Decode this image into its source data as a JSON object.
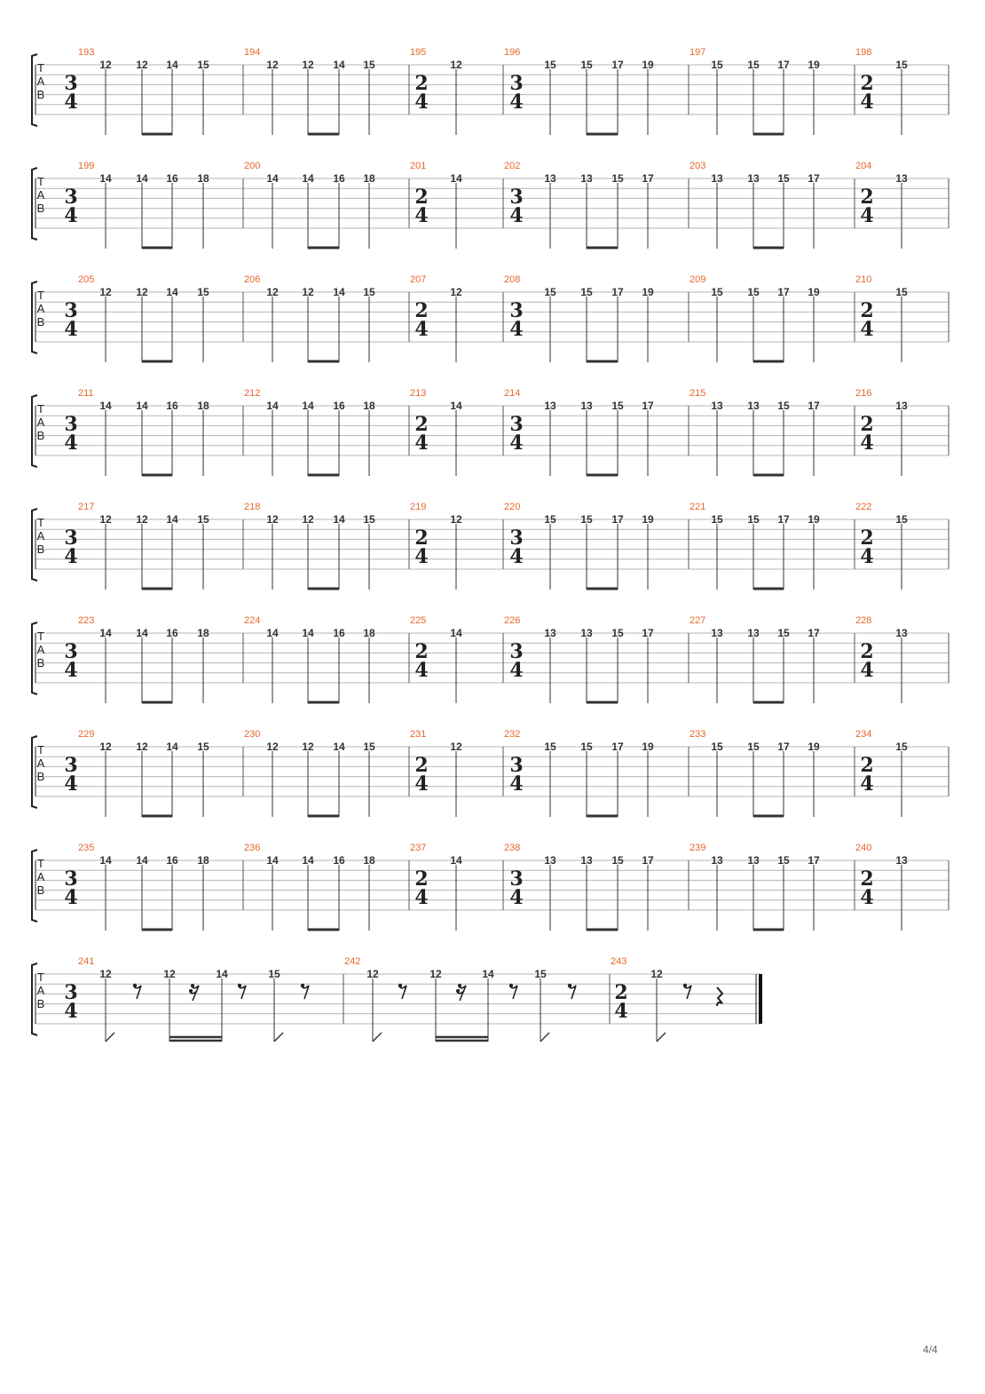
{
  "tab_clef": [
    "T",
    "A",
    "B"
  ],
  "colors": {
    "measure_number": "#e8662b",
    "staff_line": "#b5b5b5",
    "ink": "#333333"
  },
  "page_number": "4/4",
  "score": {
    "systems": [
      {
        "measures": [
          {
            "number": "193",
            "time": [
              "3",
              "4"
            ],
            "frets": [
              "12",
              "12",
              "14",
              "15"
            ]
          },
          {
            "number": "194",
            "frets": [
              "12",
              "12",
              "14",
              "15"
            ]
          },
          {
            "number": "195",
            "time": [
              "2",
              "4"
            ],
            "frets": [
              "12"
            ]
          },
          {
            "number": "196",
            "time": [
              "3",
              "4"
            ],
            "frets": [
              "15",
              "15",
              "17",
              "19"
            ]
          },
          {
            "number": "197",
            "frets": [
              "15",
              "15",
              "17",
              "19"
            ]
          },
          {
            "number": "198",
            "time": [
              "2",
              "4"
            ],
            "frets": [
              "15"
            ]
          }
        ]
      },
      {
        "measures": [
          {
            "number": "199",
            "time": [
              "3",
              "4"
            ],
            "frets": [
              "14",
              "14",
              "16",
              "18"
            ]
          },
          {
            "number": "200",
            "frets": [
              "14",
              "14",
              "16",
              "18"
            ]
          },
          {
            "number": "201",
            "time": [
              "2",
              "4"
            ],
            "frets": [
              "14"
            ]
          },
          {
            "number": "202",
            "time": [
              "3",
              "4"
            ],
            "frets": [
              "13",
              "13",
              "15",
              "17"
            ]
          },
          {
            "number": "203",
            "frets": [
              "13",
              "13",
              "15",
              "17"
            ]
          },
          {
            "number": "204",
            "time": [
              "2",
              "4"
            ],
            "frets": [
              "13"
            ]
          }
        ]
      },
      {
        "measures": [
          {
            "number": "205",
            "time": [
              "3",
              "4"
            ],
            "frets": [
              "12",
              "12",
              "14",
              "15"
            ]
          },
          {
            "number": "206",
            "frets": [
              "12",
              "12",
              "14",
              "15"
            ]
          },
          {
            "number": "207",
            "time": [
              "2",
              "4"
            ],
            "frets": [
              "12"
            ]
          },
          {
            "number": "208",
            "time": [
              "3",
              "4"
            ],
            "frets": [
              "15",
              "15",
              "17",
              "19"
            ]
          },
          {
            "number": "209",
            "frets": [
              "15",
              "15",
              "17",
              "19"
            ]
          },
          {
            "number": "210",
            "time": [
              "2",
              "4"
            ],
            "frets": [
              "15"
            ]
          }
        ]
      },
      {
        "measures": [
          {
            "number": "211",
            "time": [
              "3",
              "4"
            ],
            "frets": [
              "14",
              "14",
              "16",
              "18"
            ]
          },
          {
            "number": "212",
            "frets": [
              "14",
              "14",
              "16",
              "18"
            ]
          },
          {
            "number": "213",
            "time": [
              "2",
              "4"
            ],
            "frets": [
              "14"
            ]
          },
          {
            "number": "214",
            "time": [
              "3",
              "4"
            ],
            "frets": [
              "13",
              "13",
              "15",
              "17"
            ]
          },
          {
            "number": "215",
            "frets": [
              "13",
              "13",
              "15",
              "17"
            ]
          },
          {
            "number": "216",
            "time": [
              "2",
              "4"
            ],
            "frets": [
              "13"
            ]
          }
        ]
      },
      {
        "measures": [
          {
            "number": "217",
            "time": [
              "3",
              "4"
            ],
            "frets": [
              "12",
              "12",
              "14",
              "15"
            ]
          },
          {
            "number": "218",
            "frets": [
              "12",
              "12",
              "14",
              "15"
            ]
          },
          {
            "number": "219",
            "time": [
              "2",
              "4"
            ],
            "frets": [
              "12"
            ]
          },
          {
            "number": "220",
            "time": [
              "3",
              "4"
            ],
            "frets": [
              "15",
              "15",
              "17",
              "19"
            ]
          },
          {
            "number": "221",
            "frets": [
              "15",
              "15",
              "17",
              "19"
            ]
          },
          {
            "number": "222",
            "time": [
              "2",
              "4"
            ],
            "frets": [
              "15"
            ]
          }
        ]
      },
      {
        "measures": [
          {
            "number": "223",
            "time": [
              "3",
              "4"
            ],
            "frets": [
              "14",
              "14",
              "16",
              "18"
            ]
          },
          {
            "number": "224",
            "frets": [
              "14",
              "14",
              "16",
              "18"
            ]
          },
          {
            "number": "225",
            "time": [
              "2",
              "4"
            ],
            "frets": [
              "14"
            ]
          },
          {
            "number": "226",
            "time": [
              "3",
              "4"
            ],
            "frets": [
              "13",
              "13",
              "15",
              "17"
            ]
          },
          {
            "number": "227",
            "frets": [
              "13",
              "13",
              "15",
              "17"
            ]
          },
          {
            "number": "228",
            "time": [
              "2",
              "4"
            ],
            "frets": [
              "13"
            ]
          }
        ]
      },
      {
        "measures": [
          {
            "number": "229",
            "time": [
              "3",
              "4"
            ],
            "frets": [
              "12",
              "12",
              "14",
              "15"
            ]
          },
          {
            "number": "230",
            "frets": [
              "12",
              "12",
              "14",
              "15"
            ]
          },
          {
            "number": "231",
            "time": [
              "2",
              "4"
            ],
            "frets": [
              "12"
            ]
          },
          {
            "number": "232",
            "time": [
              "3",
              "4"
            ],
            "frets": [
              "15",
              "15",
              "17",
              "19"
            ]
          },
          {
            "number": "233",
            "frets": [
              "15",
              "15",
              "17",
              "19"
            ]
          },
          {
            "number": "234",
            "time": [
              "2",
              "4"
            ],
            "frets": [
              "15"
            ]
          }
        ]
      },
      {
        "measures": [
          {
            "number": "235",
            "time": [
              "3",
              "4"
            ],
            "frets": [
              "14",
              "14",
              "16",
              "18"
            ]
          },
          {
            "number": "236",
            "frets": [
              "14",
              "14",
              "16",
              "18"
            ]
          },
          {
            "number": "237",
            "time": [
              "2",
              "4"
            ],
            "frets": [
              "14"
            ]
          },
          {
            "number": "238",
            "time": [
              "3",
              "4"
            ],
            "frets": [
              "13",
              "13",
              "15",
              "17"
            ]
          },
          {
            "number": "239",
            "frets": [
              "13",
              "13",
              "15",
              "17"
            ]
          },
          {
            "number": "240",
            "time": [
              "2",
              "4"
            ],
            "frets": [
              "13"
            ]
          }
        ]
      }
    ],
    "final_system": {
      "measures": [
        {
          "number": "241",
          "time": [
            "3",
            "4"
          ],
          "frets": [
            "12",
            "12",
            "14",
            "15"
          ]
        },
        {
          "number": "242",
          "frets": [
            "12",
            "12",
            "14",
            "15"
          ]
        },
        {
          "number": "243",
          "time": [
            "2",
            "4"
          ],
          "frets": [
            "12"
          ]
        }
      ]
    }
  }
}
